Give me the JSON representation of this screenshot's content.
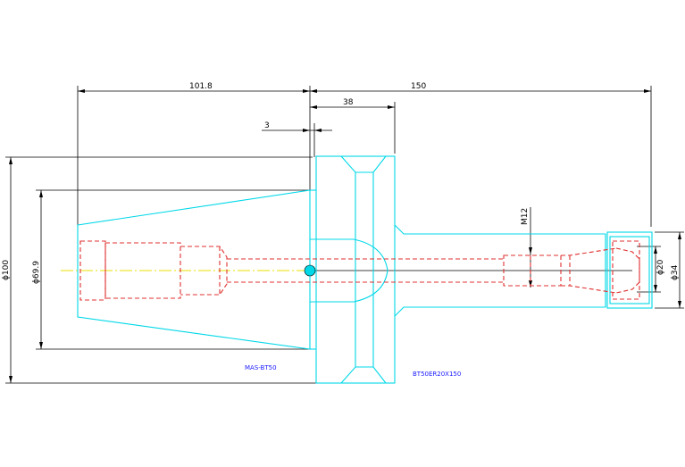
{
  "dimensions": {
    "flange_to_gauge": "101.8",
    "total_length": "150",
    "flange_width": "38",
    "offset": "3",
    "thread": "M12",
    "dia_100": "ϕ100",
    "dia_69_9": "ϕ69.9",
    "dia_20": "ϕ20",
    "dia_34": "ϕ34"
  },
  "labels": {
    "taper_name": "MAS-BT50",
    "holder_name": "BT50ER20X150"
  },
  "colors": {
    "outline": "#00d8e8",
    "hidden": "#e03030",
    "centerline": "#e8e000",
    "dimension": "#000000",
    "label": "#1a1aff"
  }
}
